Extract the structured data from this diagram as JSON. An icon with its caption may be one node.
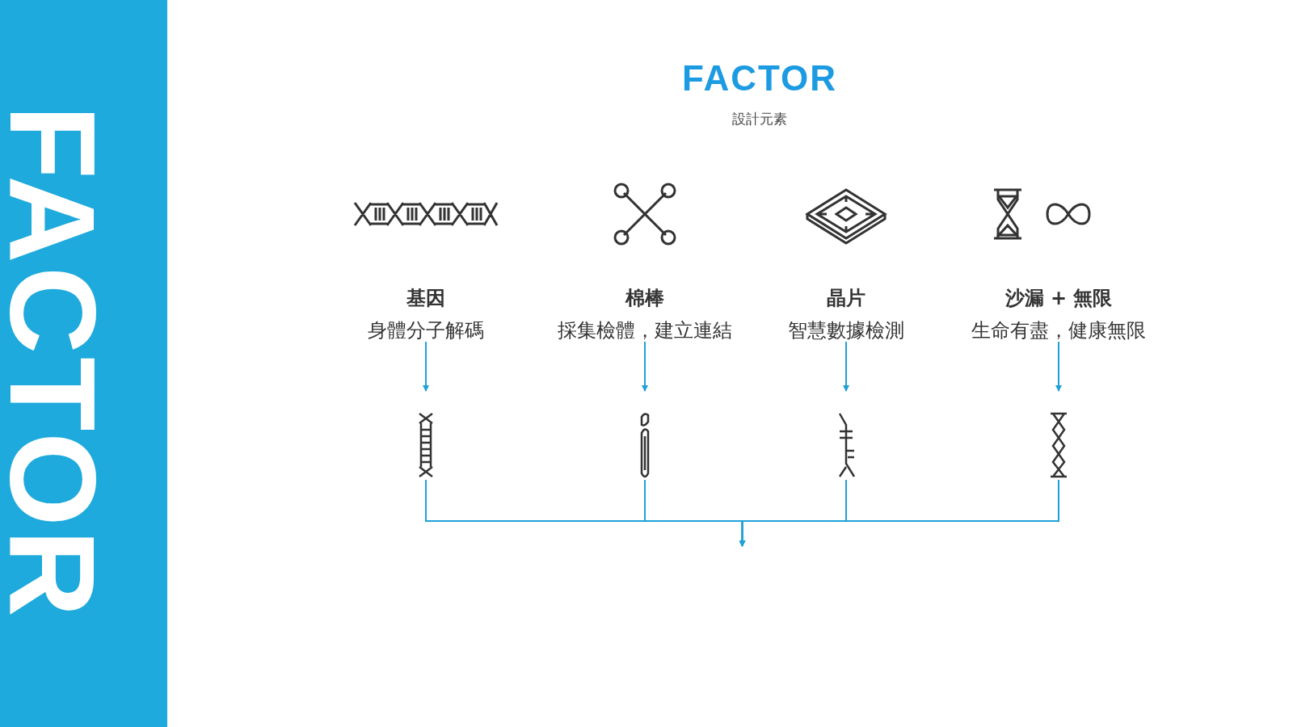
{
  "diagram": {
    "title": "FACTOR",
    "nodes": [
      {
        "text": [
          "基因",
          "身體分子解碼"
        ]
      },
      {
        "text": [
          "棉棒",
          "採集檢體，建立連結"
        ]
      },
      {
        "text": [
          "晶片",
          "智慧數據檢測"
        ]
      },
      {
        "text": [
          "沙漏 + 無限",
          "生命有盡，健康無限"
        ]
      },
      {
        "text": [],
        "shape": "picture"
      },
      {
        "text": [],
        "shape": "picture"
      },
      {
        "text": [],
        "shape": "picture"
      },
      {
        "text": [],
        "shape": "picture"
      }
    ],
    "edges": [
      {
        "from": 0,
        "to": 4,
        "arrow": "to"
      },
      {
        "from": 1,
        "to": 5,
        "arrow": "to"
      },
      {
        "from": 2,
        "to": 6,
        "arrow": "to"
      },
      {
        "from": 3,
        "to": 7,
        "arrow": "to"
      },
      {
        "from": 4,
        "to": null,
        "arrow": "to"
      },
      {
        "from": 5,
        "to": null,
        "arrow": "to"
      },
      {
        "from": 6,
        "to": null,
        "arrow": "to"
      },
      {
        "from": 7,
        "to": null,
        "arrow": "to"
      }
    ],
    "labels": [
      "FACTOR",
      "設計元素"
    ]
  }
}
